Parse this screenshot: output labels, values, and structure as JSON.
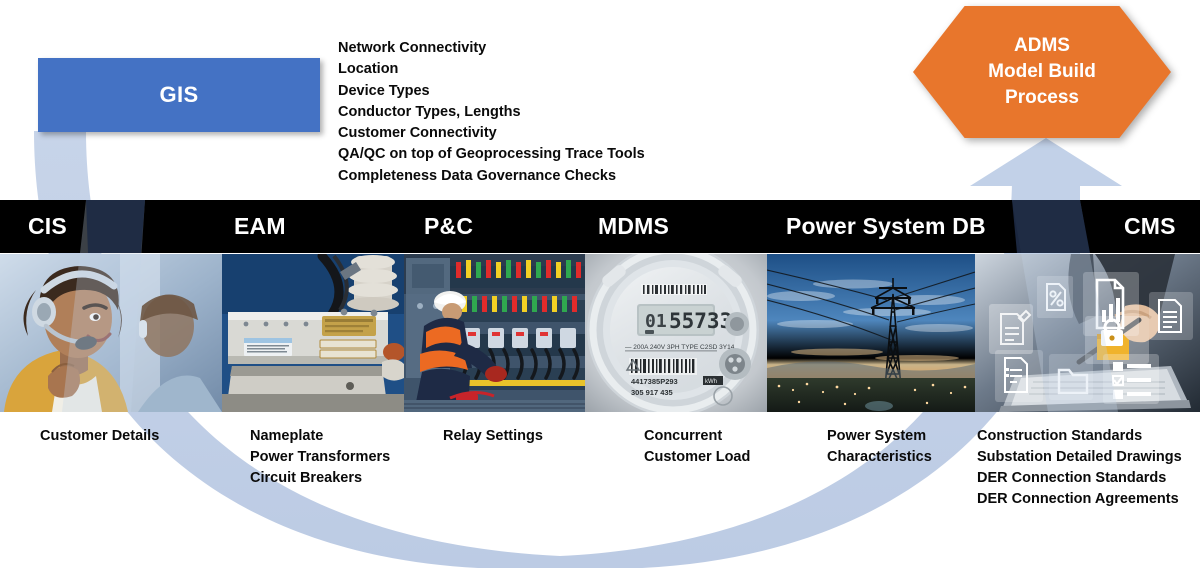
{
  "source_box": {
    "label": "GIS",
    "color": "#4472C4"
  },
  "gis_attributes": [
    "Network Connectivity",
    "Location",
    "Device Types",
    "Conductor Types, Lengths",
    "Customer Connectivity",
    "QA/QC on top of Geoprocessing Trace Tools",
    "Completeness Data Governance Checks"
  ],
  "target_hexagon": {
    "line1": "ADMS",
    "line2": "Model Build",
    "line3": "Process",
    "color": "#E8762C"
  },
  "flow_arrow": {
    "color": "#C5D3E8"
  },
  "systems": [
    {
      "key": "cis",
      "header": "CIS",
      "image": "call-center-agent-photo",
      "captions": [
        "Customer Details"
      ]
    },
    {
      "key": "eam",
      "header": "EAM",
      "image": "transformer-nameplate-photo",
      "captions": [
        "Nameplate",
        "Power Transformers",
        "Circuit Breakers"
      ]
    },
    {
      "key": "pc",
      "header": "P&C",
      "image": "relay-panel-technician-photo",
      "captions": [
        "Relay Settings"
      ]
    },
    {
      "key": "mdms",
      "header": "MDMS",
      "image": "smart-electric-meter-photo",
      "captions": [
        "Concurrent",
        "Customer Load"
      ]
    },
    {
      "key": "powersystemdb",
      "header": "Power System DB",
      "image": "transmission-tower-dusk-photo",
      "captions": [
        "Power System",
        "Characteristics"
      ]
    },
    {
      "key": "cms",
      "header": "CMS",
      "image": "document-management-icons-photo",
      "captions": [
        "Construction Standards",
        "Substation Detailed Drawings",
        "DER Connection Standards",
        "DER Connection Agreements"
      ]
    }
  ],
  "meter_display": "55733"
}
